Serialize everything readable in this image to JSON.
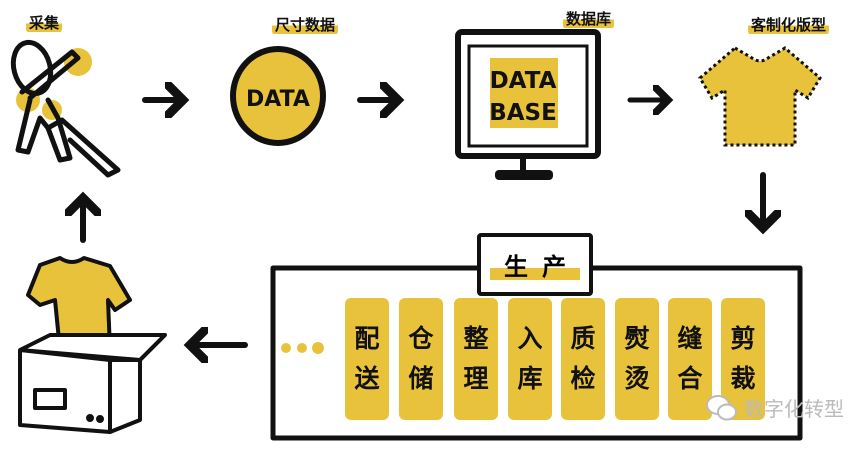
{
  "stages": {
    "collect": "采集",
    "size_data": "尺寸数据",
    "database": "数据库",
    "custom_pattern": "客制化版型"
  },
  "data_circle_text": "DATA",
  "monitor_text": [
    "DATA",
    "BASE"
  ],
  "production": {
    "title": "生产",
    "steps": [
      {
        "line1": "配",
        "line2": "送"
      },
      {
        "line1": "仓",
        "line2": "储"
      },
      {
        "line1": "整",
        "line2": "理"
      },
      {
        "line1": "入",
        "line2": "库"
      },
      {
        "line1": "质",
        "line2": "检"
      },
      {
        "line1": "熨",
        "line2": "烫"
      },
      {
        "line1": "缝",
        "line2": "合"
      },
      {
        "line1": "剪",
        "line2": "裁"
      }
    ]
  },
  "watermark": "数字化转型",
  "colors": {
    "accent": "#e9c23c",
    "ink": "#111111"
  }
}
